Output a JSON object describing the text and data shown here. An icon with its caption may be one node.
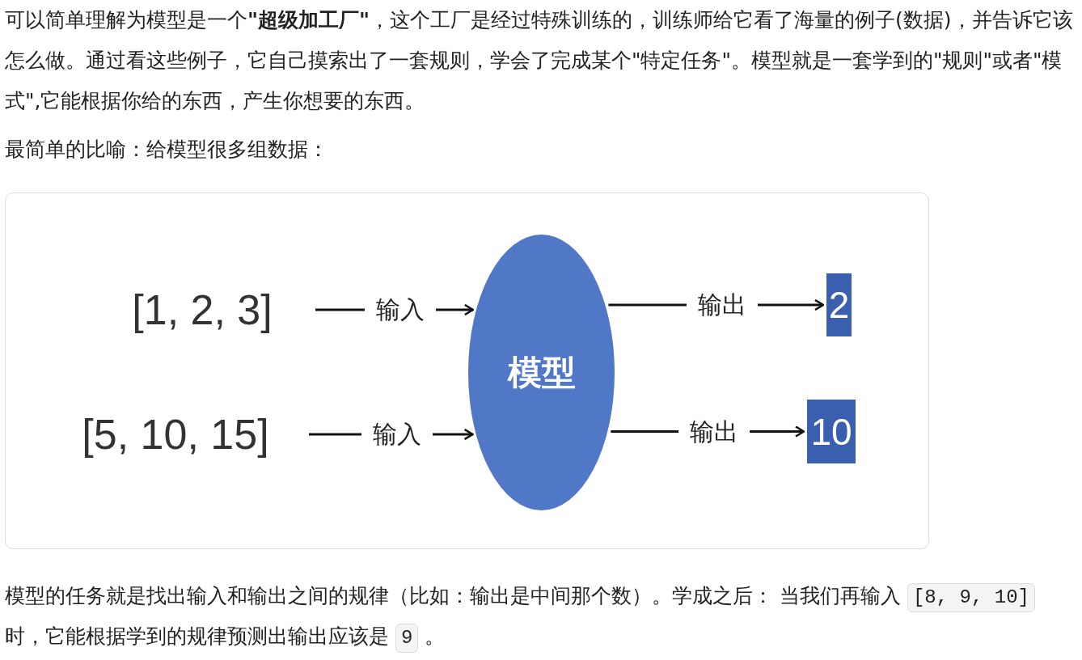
{
  "diagram": {
    "nodes": [
      {
        "text": [
          "[1, 2, 3]"
        ]
      },
      {
        "text": [
          "[5, 10, 15]"
        ]
      },
      {
        "text": [
          "模型"
        ]
      },
      {
        "text": [
          "2"
        ]
      },
      {
        "text": [
          "10"
        ]
      }
    ],
    "edges": [
      {
        "from": 0,
        "to": 2,
        "arrow": "to",
        "label": "输入"
      },
      {
        "from": 1,
        "to": 2,
        "arrow": "to",
        "label": "输入"
      },
      {
        "from": 2,
        "to": 3,
        "arrow": "to",
        "label": "输出"
      },
      {
        "from": 2,
        "to": 4,
        "arrow": "to",
        "label": "输出"
      }
    ],
    "labels": [
      "可以简单理解为模型是一个**\"超级加工厂\"**，这个工厂是经过特殊训练的，训练师给它看了海量的例子(数据)，并告诉它该怎么做。通过看这些例子，它自己摸索出了一套规则，学会了完成某个\"特定任务\"。模型就是一套学到的\"规则\"或者\"模式\",它能根据你给的东西，产生你想要的东西。",
      "最简单的比喻：给模型很多组数据：",
      "模型的任务就是找出输入和输出之间的规律（比如：输出是中间那个数）。学成之后： 当我们再输入",
      "[8, 9, 10]",
      "时，它能根据学到的规律预测出输出应该是",
      "9",
      "。"
    ]
  }
}
